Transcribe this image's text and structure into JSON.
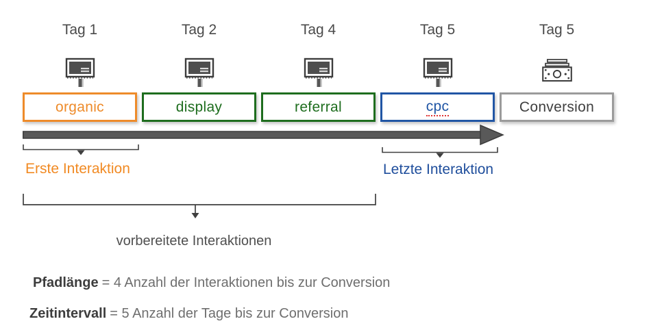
{
  "columns": [
    {
      "day": "Tag 1",
      "label": "organic",
      "icon": "billboard-icon",
      "color": "#ee8b2a",
      "text_color": "#ee8b2a"
    },
    {
      "day": "Tag 2",
      "label": "display",
      "icon": "billboard-icon",
      "color": "#1e6d1e",
      "text_color": "#1e6d1e"
    },
    {
      "day": "Tag 4",
      "label": "referral",
      "icon": "billboard-icon",
      "color": "#1e6d1e",
      "text_color": "#1e6d1e"
    },
    {
      "day": "Tag 5",
      "label": "cpc",
      "icon": "billboard-icon",
      "color": "#2156a5",
      "text_color": "#2156a5",
      "spellcheck_underline": "#e03030"
    },
    {
      "day": "Tag 5",
      "label": "Conversion",
      "icon": "money-bill-icon",
      "color": "#9b9b9b",
      "text_color": "#3f3f3f"
    }
  ],
  "annotations": {
    "first_interaction": {
      "label": "Erste Interaktion",
      "color": "#f18a23"
    },
    "last_interaction": {
      "label": "Letzte Interaktion",
      "color": "#1f4e9c"
    },
    "assisted_interactions": {
      "label": "vorbereitete Interaktionen",
      "color": "#4f4f4f"
    }
  },
  "legend": [
    {
      "term": "Pfadlänge",
      "definition": "= 4 Anzahl der Interaktionen bis zur Conversion"
    },
    {
      "term": "Zeitintervall",
      "definition": "= 5 Anzahl der Tage bis zur Conversion"
    }
  ],
  "colors": {
    "arrow": "#595959",
    "arrow_outline": "#3c3c3c",
    "bracket": "#3f3f3f",
    "day_label": "#4a4a4a",
    "legend_term": "#3d3d3d",
    "legend_text": "#6e6e6e"
  }
}
